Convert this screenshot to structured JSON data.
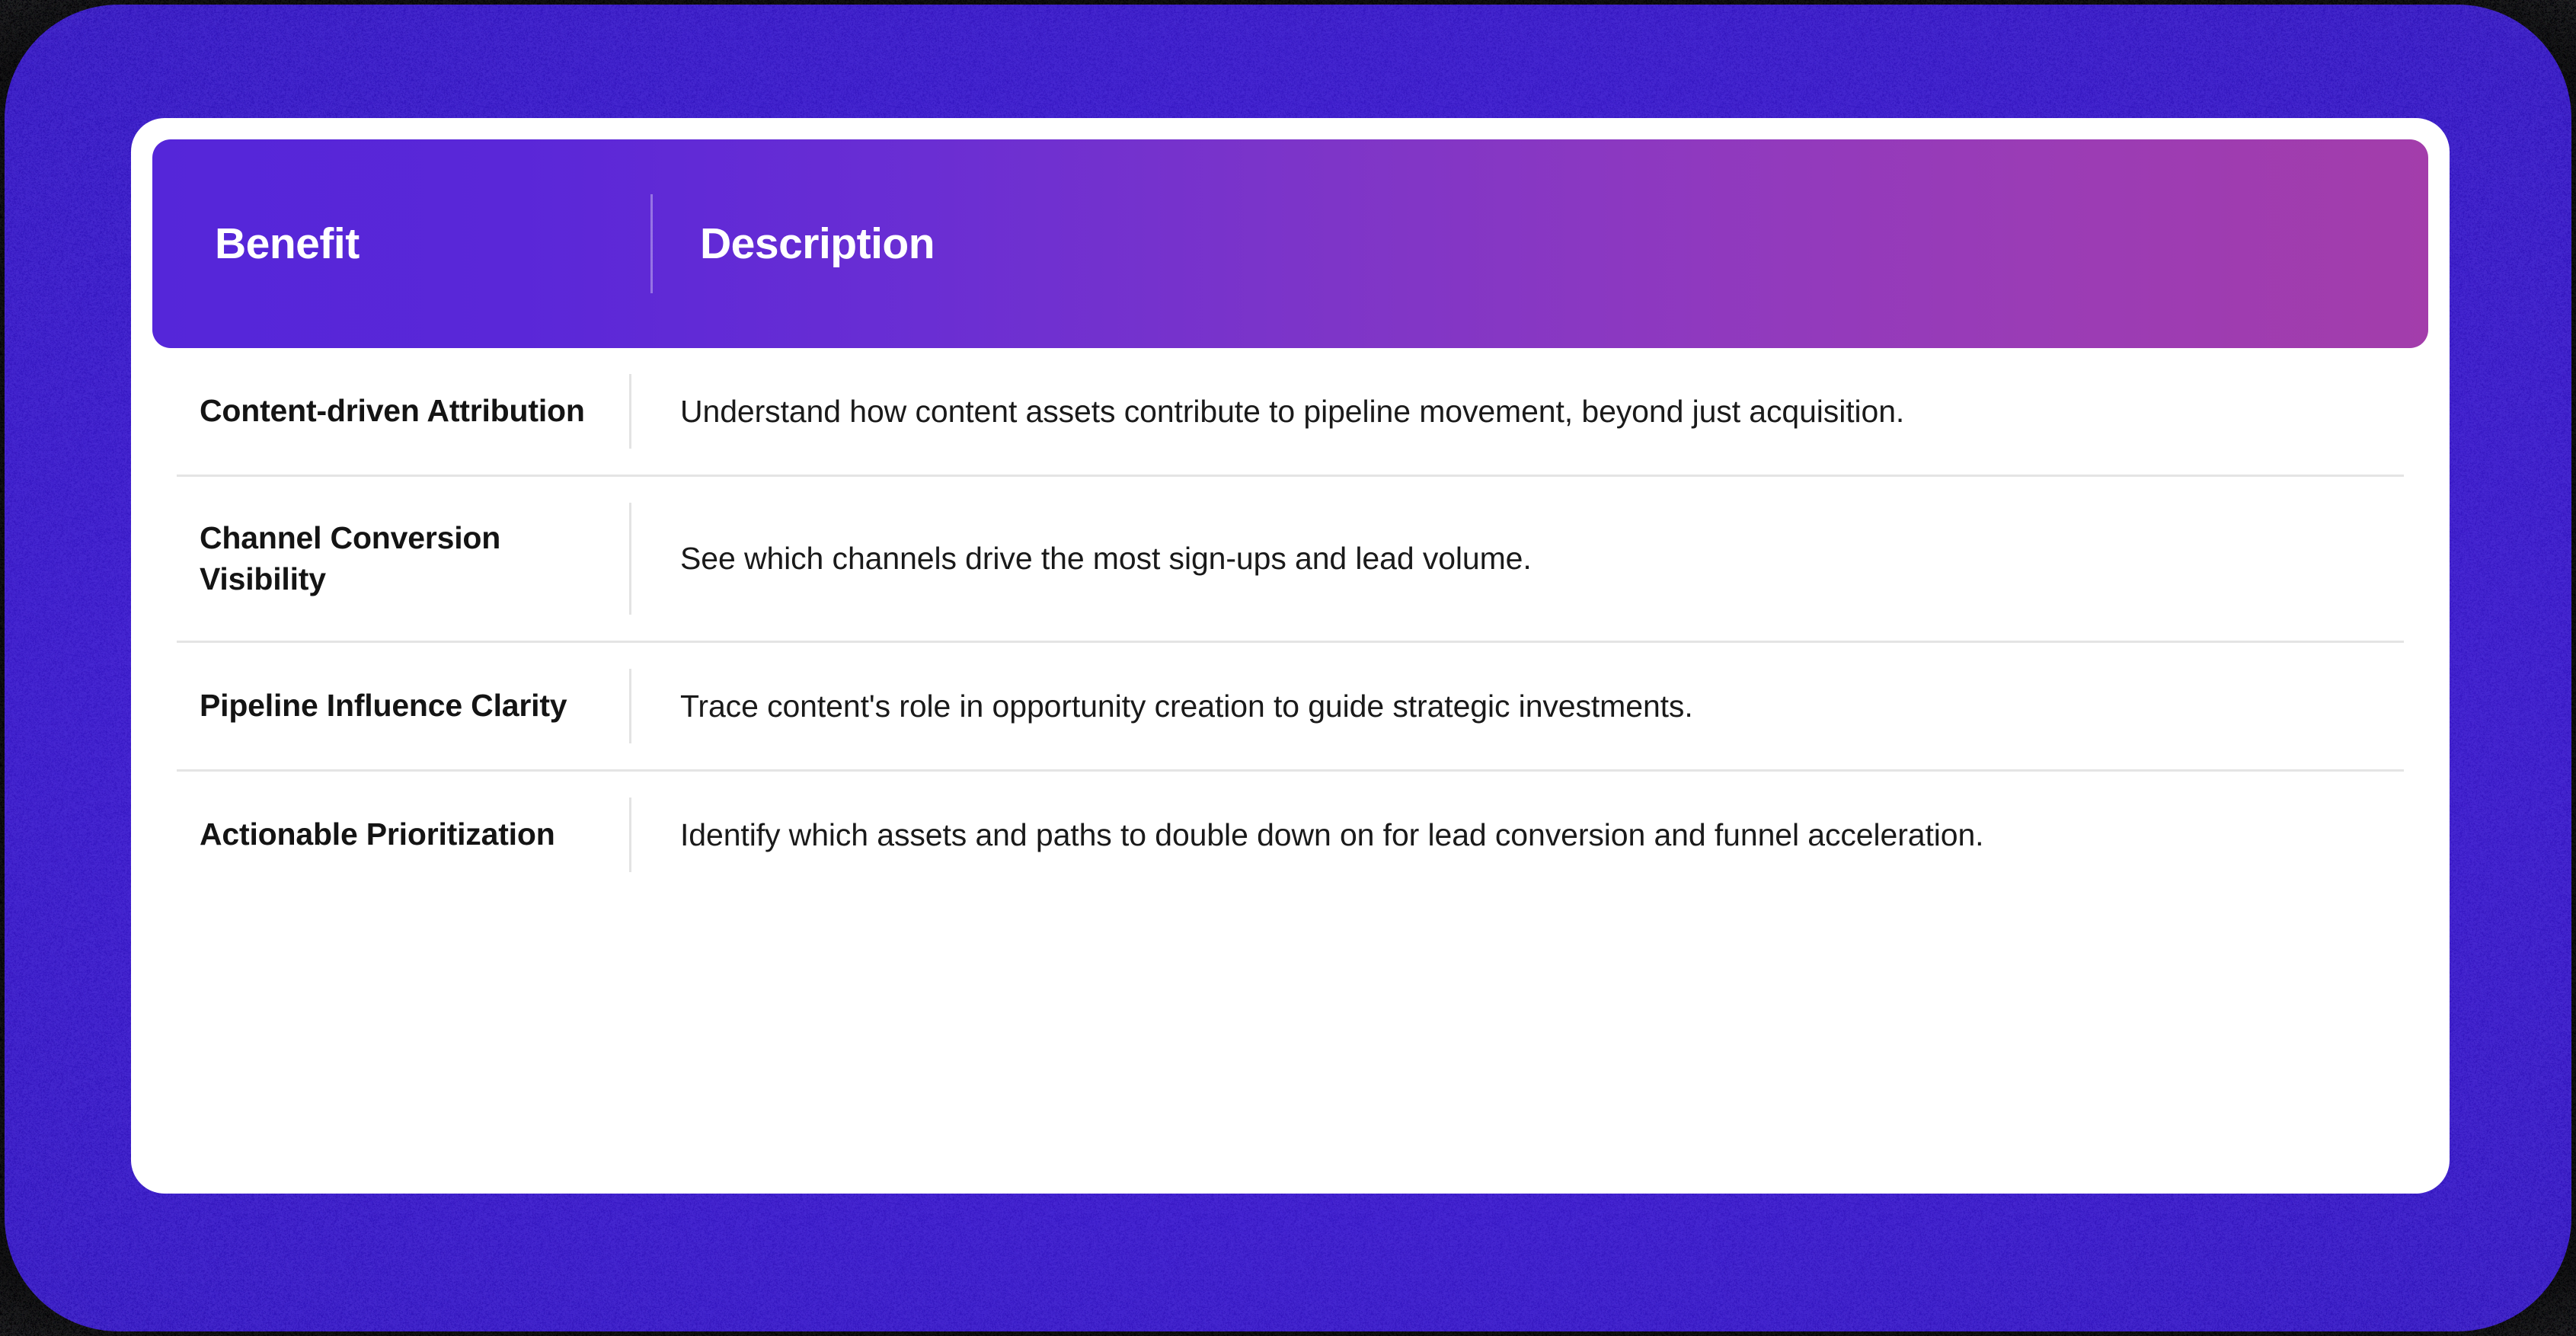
{
  "theme": {
    "page_background": "#000000",
    "glow_color": "#3113c4",
    "card_background": "#ffffff",
    "header_gradient_start": "#5526d9",
    "header_gradient_end": "#a33dab",
    "divider_color": "#e4e4e4",
    "benefit_text_color": "#141414",
    "description_text_color": "#1a1a1a",
    "header_text_color": "#ffffff"
  },
  "table": {
    "columns": [
      {
        "key": "benefit",
        "label": "Benefit"
      },
      {
        "key": "description",
        "label": "Description"
      }
    ],
    "rows": [
      {
        "benefit": "Content-driven Attribution",
        "description": "Understand how content assets contribute to pipeline movement, beyond just acquisition."
      },
      {
        "benefit": "Channel Conversion Visibility",
        "description": "See which channels drive the most sign-ups and lead volume."
      },
      {
        "benefit": "Pipeline Influence Clarity",
        "description": "Trace content's role in opportunity creation to guide strategic investments."
      },
      {
        "benefit": "Actionable Prioritization",
        "description": "Identify which assets and paths to double down on for lead conversion and funnel acceleration."
      }
    ]
  }
}
